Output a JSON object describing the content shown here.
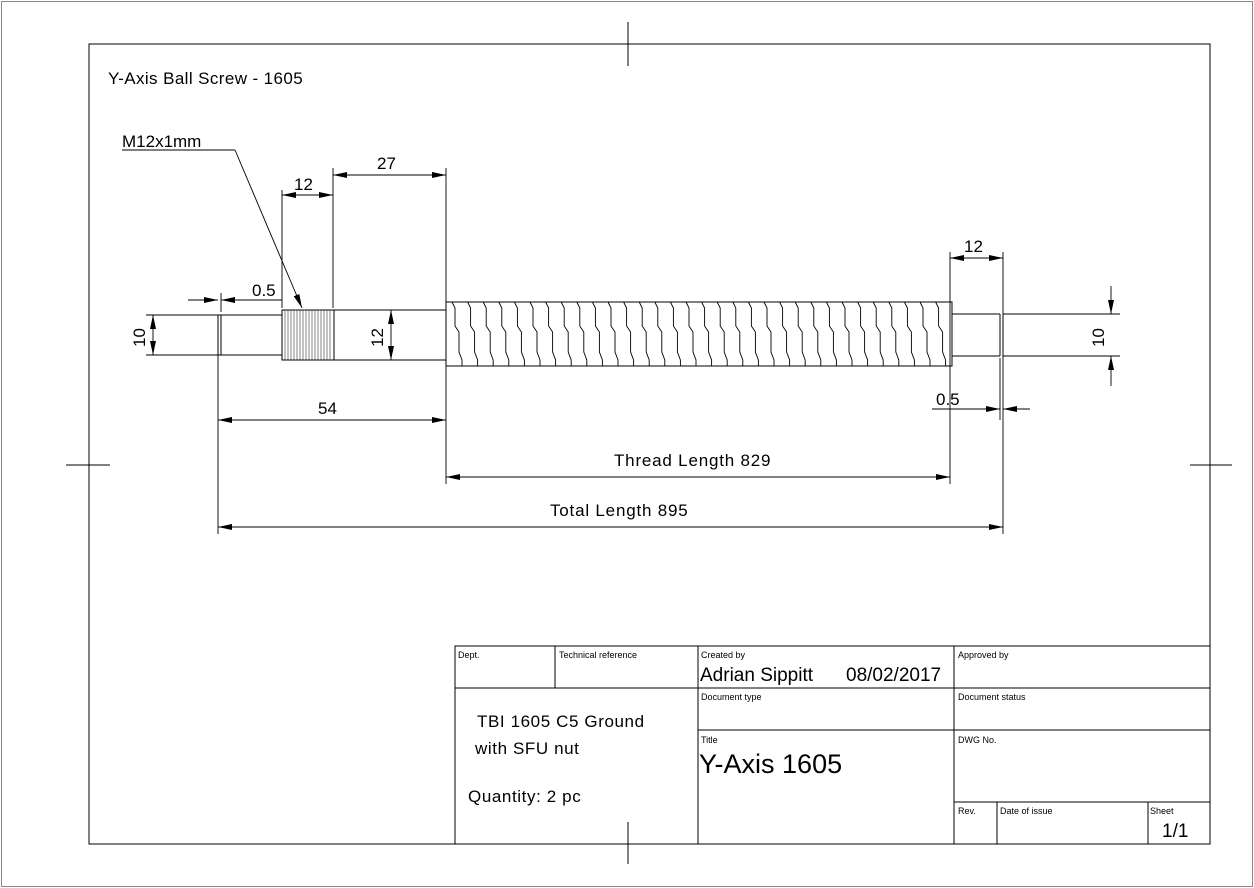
{
  "sheet_title": "Y-Axis Ball Screw - 1605",
  "dimensions": {
    "m12_label": "M12x1mm",
    "d12_left": "12",
    "d27": "27",
    "d12_right": "12",
    "d05_left": "0.5",
    "dia10_left": "10",
    "dia12": "12",
    "dia10_right": "10",
    "d54": "54",
    "d05_right": "0.5",
    "thread_length": "Thread Length 829",
    "total_length": "Total Length 895"
  },
  "title_block": {
    "dept_label": "Dept.",
    "tech_ref_label": "Technical reference",
    "created_by_label": "Created by",
    "created_by_value": "Adrian Sippitt",
    "created_date": "08/02/2017",
    "approved_by_label": "Approved by",
    "description_line1": "TBI 1605 C5 Ground",
    "description_line2": "with SFU nut",
    "quantity": "Quantity: 2 pc",
    "document_type_label": "Document type",
    "document_status_label": "Document status",
    "title_label": "Title",
    "title_value": "Y-Axis 1605",
    "dwg_no_label": "DWG No.",
    "rev_label": "Rev.",
    "date_of_issue_label": "Date of issue",
    "sheet_label": "Sheet",
    "sheet_value": "1/1"
  }
}
